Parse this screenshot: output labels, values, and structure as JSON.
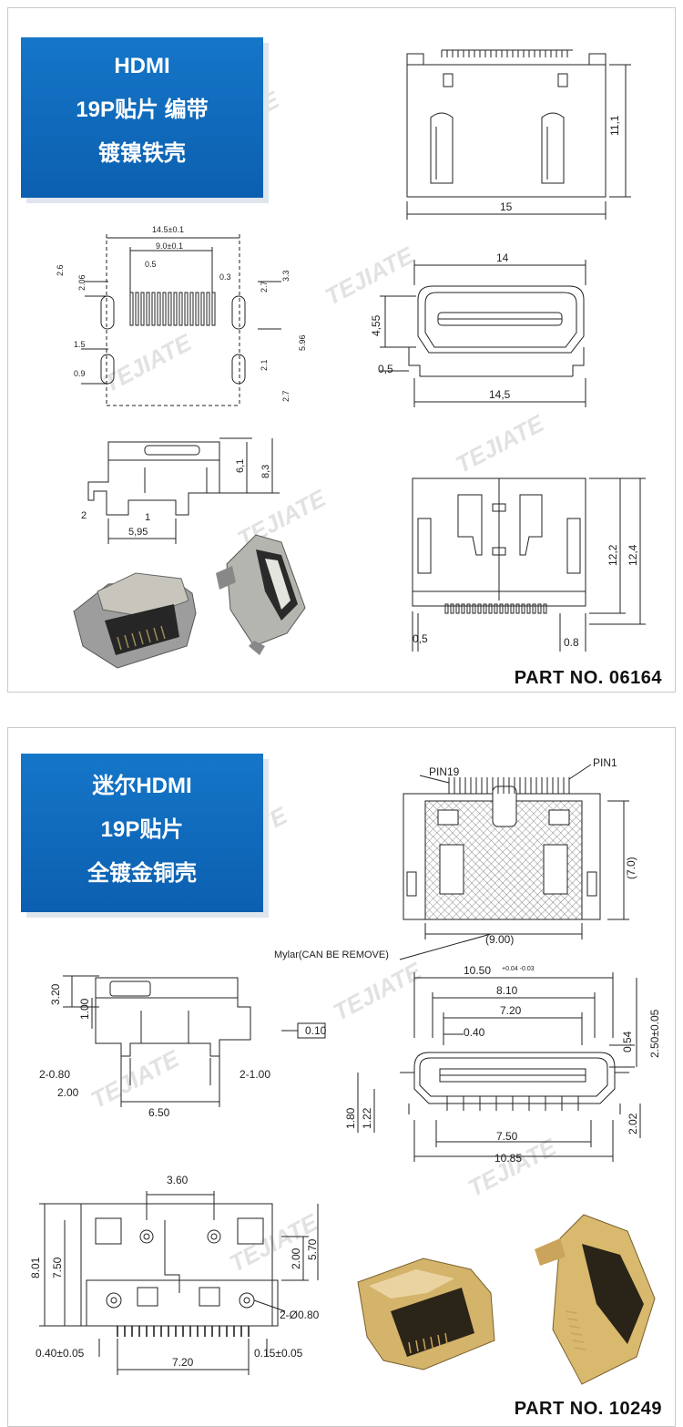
{
  "watermark": "TEJIATE",
  "colors": {
    "banner": "#1172c4",
    "line": "#222222",
    "gold": "#c9a45a",
    "silver": "#b9b9b9"
  },
  "panel1": {
    "banner": [
      "HDMI",
      "19P贴片 编带",
      "镀镍铁壳"
    ],
    "part_no": "PART NO. 06164",
    "dims": {
      "d11_1": "11,1",
      "d15": "15",
      "d14": "14",
      "d4_55": "4,55",
      "d0_5a": "0,5",
      "d14_5b": "14,5",
      "d14_5": "14.5±0.1",
      "d9_0": "9.0±0.1",
      "d0_5": "0.5",
      "d0_3": "0.3",
      "d2_6": "2.6",
      "d2_06": "2.06",
      "d2_7a": "2.7",
      "d3_3": "3.3",
      "d5_96": "5.96",
      "d1_5": "1.5",
      "d0_9": "0.9",
      "d2_1": "2.1",
      "d2_7b": "2.7",
      "d6_1": "6,1",
      "d8_3": "8,3",
      "d2": "2",
      "d1": "1",
      "d5_95": "5,95",
      "d12_2": "12,2",
      "d12_4": "12,4",
      "d0_5b": "0,5",
      "d0_8": "0.8"
    }
  },
  "panel2": {
    "banner": [
      "迷尔HDMI",
      "19P贴片",
      "全镀金铜壳"
    ],
    "part_no": "PART NO. 10249",
    "labels": {
      "pin19": "PIN19",
      "pin1": "PIN1",
      "mylar": "Mylar(CAN BE REMOVE)"
    },
    "dims": {
      "d7_0": "(7.0)",
      "d9_00": "(9.00)",
      "d10_50": "10.50",
      "d10_50_tol": "+0.04 -0.03",
      "d8_10": "8.10",
      "d7_20a": "7.20",
      "d0_40": "0.40",
      "d0_54": "0.54",
      "d2_50": "2.50±0.05",
      "d1_80": "1.80",
      "d1_22": "1.22",
      "d7_50": "7.50",
      "d10_85": "10.85",
      "d2_02": "2.02",
      "d3_20": "3.20",
      "d1_00": "1.00",
      "d0_10": "0.10",
      "d2_0_80": "2-0.80",
      "d2_1_00": "2-1.00",
      "d2_00a": "2.00",
      "d6_50": "6.50",
      "d3_60": "3.60",
      "d8_01": "8.01",
      "d7_50b": "7.50",
      "d2_00b": "2.00",
      "d5_70": "5.70",
      "d2_phi": "2-Ø0.80",
      "d0_40tol": "0.40±0.05",
      "d7_20b": "7.20",
      "d0_15tol": "0.15±0.05"
    }
  }
}
